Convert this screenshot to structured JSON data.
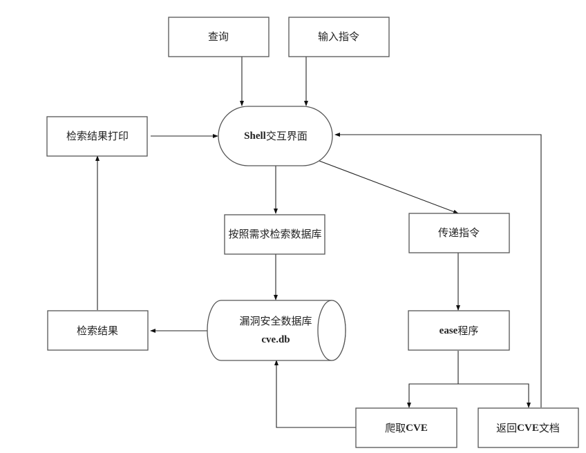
{
  "diagram": {
    "type": "flowchart",
    "nodes": {
      "query": {
        "label": "查询"
      },
      "input_command": {
        "label": "输入指令"
      },
      "shell": {
        "label_en": "Shell",
        "label_zh": "交互界面"
      },
      "print_results": {
        "label": "检索结果打印"
      },
      "search_db": {
        "label": "按照需求检索数据库"
      },
      "pass_command": {
        "label": "传递指令"
      },
      "vuln_db": {
        "label": "漏洞安全数据库",
        "sublabel": "cve.db"
      },
      "results": {
        "label": "检索结果"
      },
      "ease": {
        "label_en": "ease",
        "label_zh": "程序"
      },
      "crawl_cve": {
        "label_zh": "爬取",
        "label_en": "CVE"
      },
      "return_cve": {
        "label_zh1": "返回",
        "label_en": "CVE",
        "label_zh2": "文档"
      }
    },
    "edges": [
      {
        "from": "query",
        "to": "shell"
      },
      {
        "from": "input_command",
        "to": "shell"
      },
      {
        "from": "print_results",
        "to": "shell"
      },
      {
        "from": "return_cve",
        "to": "shell"
      },
      {
        "from": "shell",
        "to": "search_db"
      },
      {
        "from": "shell",
        "to": "pass_command"
      },
      {
        "from": "search_db",
        "to": "vuln_db"
      },
      {
        "from": "vuln_db",
        "to": "results"
      },
      {
        "from": "results",
        "to": "print_results"
      },
      {
        "from": "pass_command",
        "to": "ease"
      },
      {
        "from": "ease",
        "to": "crawl_cve"
      },
      {
        "from": "ease",
        "to": "return_cve"
      },
      {
        "from": "crawl_cve",
        "to": "vuln_db"
      }
    ]
  }
}
